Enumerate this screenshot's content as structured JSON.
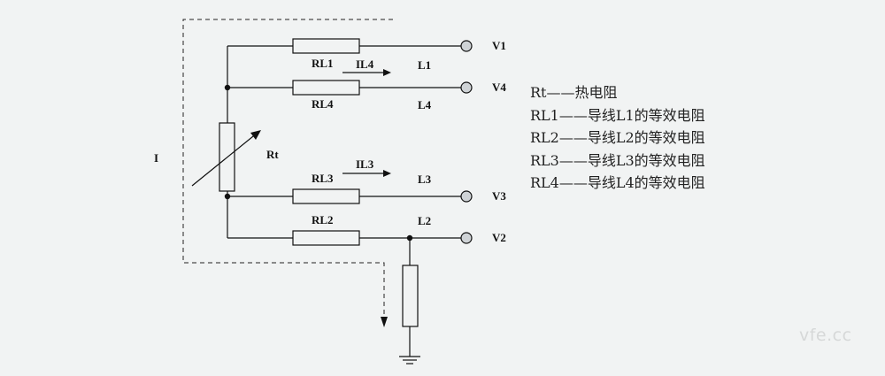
{
  "labels": {
    "current": "I",
    "rt": "Rt",
    "rl1": "RL1",
    "rl4": "RL4",
    "rl3": "RL3",
    "rl2": "RL2",
    "il4": "IL4",
    "il3": "IL3",
    "l1": "L1",
    "l4": "L4",
    "l3": "L3",
    "l2": "L2",
    "v1": "V1",
    "v4": "V4",
    "v3": "V3",
    "v2": "V2"
  },
  "legend": [
    "Rt——热电阻",
    "RL1——导线L1的等效电阻",
    "RL2——导线L2的等效电阻",
    "RL3——导线L3的等效电阻",
    "RL4——导线L4的等效电阻"
  ],
  "watermark": "vfe.cc",
  "colors": {
    "background": "#f1f3f3",
    "wire": "#111111",
    "terminal": "#cfd3d6"
  }
}
